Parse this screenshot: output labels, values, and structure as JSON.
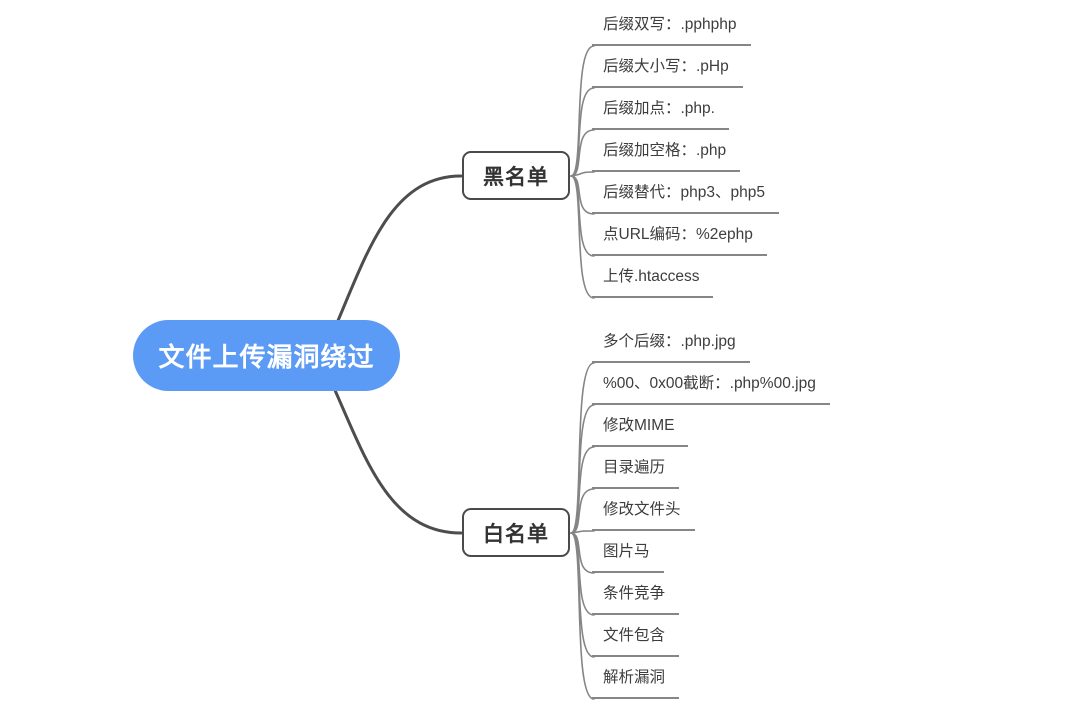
{
  "root": {
    "label": "文件上传漏洞绕过"
  },
  "branches": [
    {
      "label": "黑名单",
      "leaves": [
        "后缀双写：.pphphp",
        "后缀大小写：.pHp",
        "后缀加点：.php.",
        "后缀加空格：.php",
        "后缀替代：php3、php5",
        "点URL编码：%2ephp",
        "上传.htaccess"
      ]
    },
    {
      "label": "白名单",
      "leaves": [
        "多个后缀：.php.jpg",
        "%00、0x00截断：.php%00.jpg",
        "修改MIME",
        "目录遍历",
        "修改文件头",
        "图片马",
        "条件竞争",
        "文件包含",
        "解析漏洞"
      ]
    }
  ],
  "colors": {
    "root_fill": "#5B9AF5",
    "root_text": "#ffffff",
    "node_border": "#4a4a4a",
    "node_text": "#333333",
    "leaf_text": "#3d3d3d",
    "leaf_line": "#868686",
    "main_line": "#4d4d4d",
    "background": "#ffffff"
  }
}
